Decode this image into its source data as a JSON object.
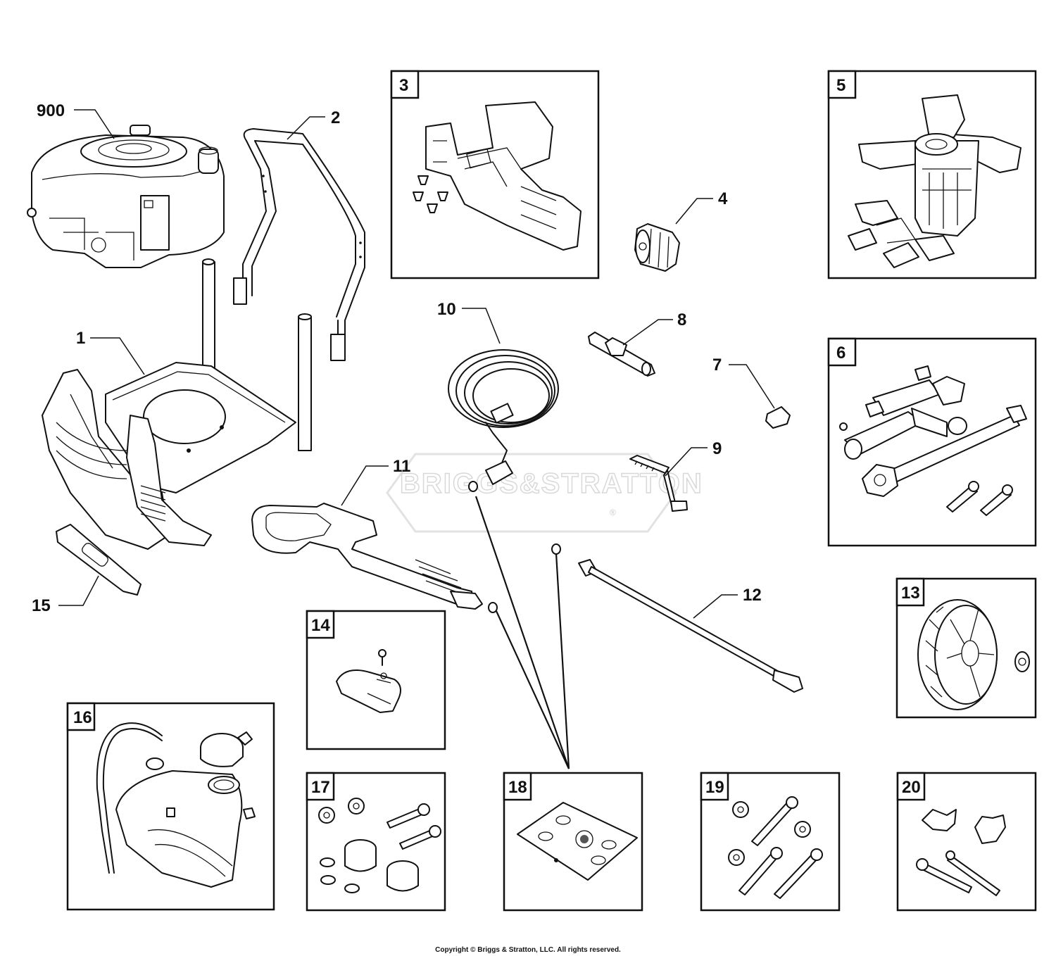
{
  "watermark": "BRIGGS&STRATTON",
  "watermark_mark": "®",
  "copyright": "Copyright © Briggs & Stratton, LLC. All rights reserved.",
  "callouts": {
    "c900": "900",
    "c1": "1",
    "c2": "2",
    "c4": "4",
    "c7": "7",
    "c8": "8",
    "c9": "9",
    "c10": "10",
    "c11": "11",
    "c12": "12",
    "c15": "15"
  },
  "boxes": {
    "b3": "3",
    "b5": "5",
    "b6": "6",
    "b13": "13",
    "b14": "14",
    "b16": "16",
    "b17": "17",
    "b18": "18",
    "b19": "19",
    "b20": "20"
  },
  "colors": {
    "line": "#111111",
    "watermark": "#d8d8d8",
    "background": "#ffffff"
  }
}
